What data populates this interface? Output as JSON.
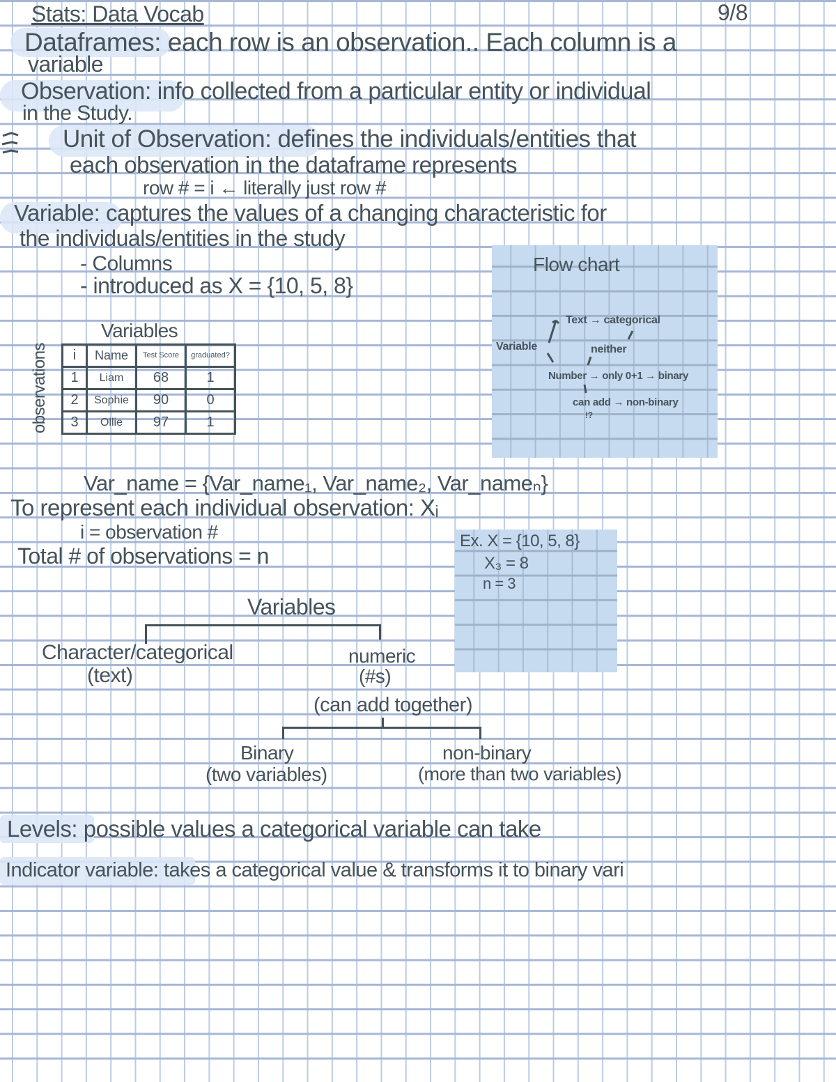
{
  "header": {
    "title": "Stats: Data Vocab",
    "date": "9/8"
  },
  "notes": {
    "dataframes": "Dataframes: each row is an observation.. Each column is a",
    "dataframes_cont": "variable",
    "observation": "Observation: info collected from a particular entity or individual",
    "observation_cont": "in the Study.",
    "unit": "Unit of Observation: defines the individuals/entities that",
    "unit_cont": "each observation in the dataframe represents",
    "row": "row # = i   ← literally just row #",
    "variable": "Variable: captures the values of a changing characteristic for",
    "variable_cont": "the individuals/entities in the study",
    "columns": "- Columns",
    "introduced": "- introduced as X = {10, 5, 8}",
    "var_name": "Var_name = {Var_name₁, Var_name₂, Var_nameₙ}",
    "represent": "To represent each individual observation: Xᵢ",
    "i_def": "i = observation #",
    "total": "Total # of observations = n",
    "levels": "Levels: possible values a categorical variable can take",
    "indicator": "Indicator variable: takes a categorical value & transforms it to binary vari"
  },
  "table": {
    "title": "Variables",
    "side_label": "observations",
    "headers": [
      "i",
      "Name",
      "Test Score",
      "graduated?"
    ],
    "rows": [
      [
        "1",
        "Liam",
        "68",
        "1"
      ],
      [
        "2",
        "Sophie",
        "90",
        "0"
      ],
      [
        "3",
        "Ollie",
        "97",
        "1"
      ]
    ]
  },
  "flow_chart": {
    "title": "Flow chart",
    "variable": "Variable",
    "text": "Text → categorical",
    "neither": "neither",
    "number": "Number → only 0+1 → binary",
    "can_add": "can add → non-binary",
    "note": "!?"
  },
  "example": {
    "line1": "Ex. X = {10, 5, 8}",
    "line2": "X₃ = 8",
    "line3": "n = 3"
  },
  "tree": {
    "root": "Variables",
    "left": "Character/categorical",
    "left_sub": "(text)",
    "right": "numeric",
    "right_sub": "(#s)",
    "right_sub2": "(can add together)",
    "binary": "Binary",
    "binary_sub": "(two variables)",
    "nonbinary": "non-binary",
    "nonbinary_sub": "(more than two variables)"
  },
  "colors": {
    "ink": "#46535a",
    "highlight": "#dbe7f6",
    "box": "#c6daf0",
    "grid": "#a6b7d6"
  }
}
